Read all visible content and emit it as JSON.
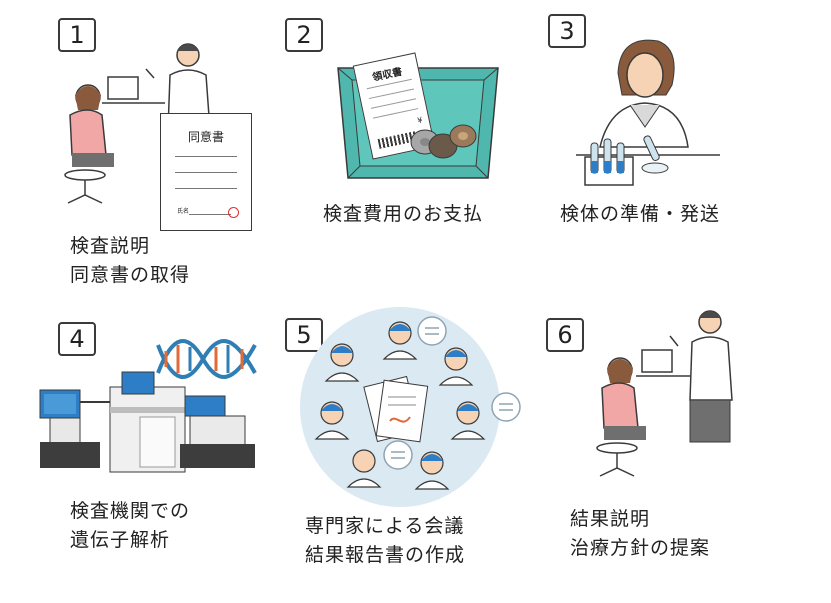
{
  "colors": {
    "outline": "#3a3a3a",
    "skin": "#f6d3b4",
    "hair": "#8a5a3c",
    "shirt_pink": "#f2a7a7",
    "pants_gray": "#6f6f6f",
    "coat_white": "#ffffff",
    "tray_teal": "#4fb7ad",
    "coin_dark": "#6b5a4a",
    "dna_blue": "#2f7fb4",
    "dna_orange": "#e06a3a",
    "meeting_bg": "#dbe9f2",
    "screen_blue": "#2e7dc7"
  },
  "steps": [
    {
      "number": "1",
      "caption_lines": [
        "検査説明",
        "同意書の取得"
      ],
      "document": {
        "title": "同意書",
        "sign_label": "氏名"
      },
      "icons": [
        "consultation-icon",
        "consent-form-icon"
      ]
    },
    {
      "number": "2",
      "caption_lines": [
        "検査費用のお支払"
      ],
      "receipt": {
        "title": "領収書",
        "yen": "¥"
      },
      "icons": [
        "payment-tray-icon",
        "receipt-icon",
        "coins-icon"
      ]
    },
    {
      "number": "3",
      "caption_lines": [
        "検体の準備・発送"
      ],
      "icons": [
        "researcher-icon",
        "test-tubes-icon",
        "petri-dish-icon"
      ]
    },
    {
      "number": "4",
      "caption_lines": [
        "検査機関での",
        "遺伝子解析"
      ],
      "icons": [
        "sequencer-icon",
        "dna-helix-icon"
      ]
    },
    {
      "number": "5",
      "caption_lines": [
        "専門家による会議",
        "結果報告書の作成"
      ],
      "icons": [
        "expert-meeting-icon",
        "report-documents-icon",
        "speech-bubble-icon"
      ]
    },
    {
      "number": "6",
      "caption_lines": [
        "結果説明",
        "治療方針の提案"
      ],
      "icons": [
        "consultation-icon"
      ]
    }
  ]
}
